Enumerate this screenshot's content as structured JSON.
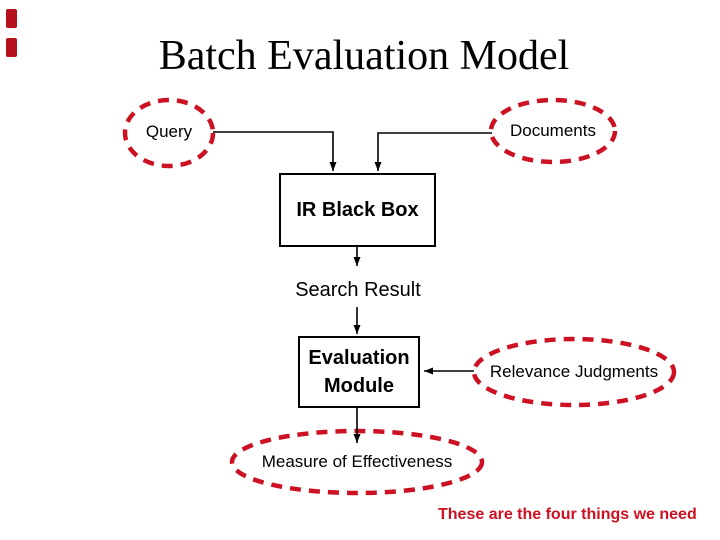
{
  "slide": {
    "title": "Batch Evaluation Model",
    "footer_note": "These are the four things we need"
  },
  "diagram": {
    "nodes": {
      "query": {
        "label": "Query",
        "shape": "dashed-ellipse"
      },
      "documents": {
        "label": "Documents",
        "shape": "dashed-ellipse"
      },
      "ir_black_box": {
        "label": "IR Black Box",
        "shape": "rectangle"
      },
      "search_result": {
        "label": "Search Result",
        "shape": "text"
      },
      "evaluation_module": {
        "label": "Evaluation Module",
        "shape": "rectangle"
      },
      "relevance_judgments": {
        "label": "Relevance Judgments",
        "shape": "dashed-ellipse"
      },
      "measure_of_effectiveness": {
        "label": "Measure of Effectiveness",
        "shape": "dashed-ellipse"
      }
    },
    "edges": [
      {
        "from": "query",
        "to": "ir_black_box"
      },
      {
        "from": "documents",
        "to": "ir_black_box"
      },
      {
        "from": "ir_black_box",
        "to": "search_result"
      },
      {
        "from": "search_result",
        "to": "evaluation_module"
      },
      {
        "from": "relevance_judgments",
        "to": "evaluation_module"
      },
      {
        "from": "evaluation_module",
        "to": "measure_of_effectiveness"
      }
    ],
    "colors": {
      "dashed_ellipse": "#cc1122",
      "footer_text": "#cc1122",
      "corner_marks": "#b5121b",
      "line": "#000000"
    }
  }
}
